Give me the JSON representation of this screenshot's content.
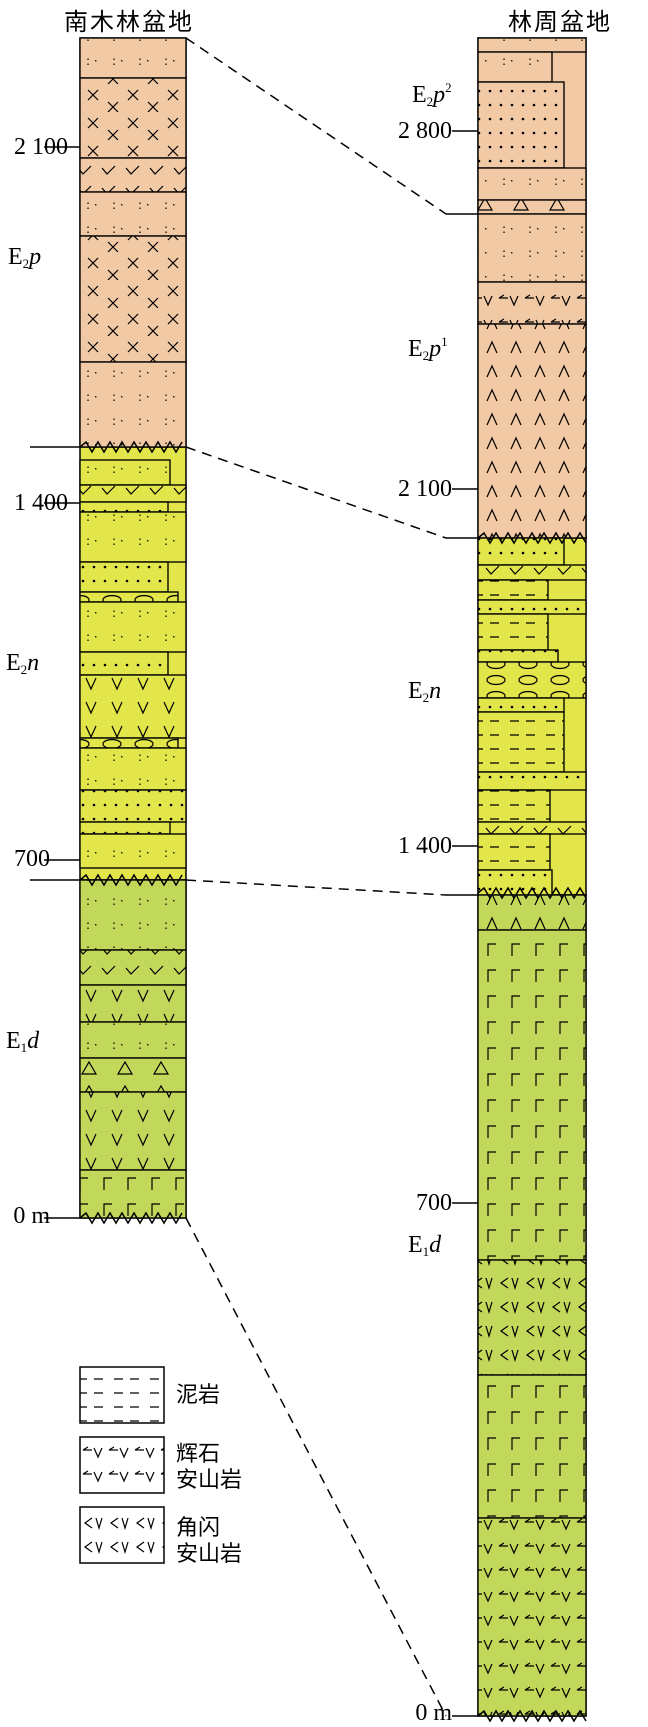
{
  "titles": {
    "left": "南木林盆地",
    "right": "林周盆地"
  },
  "colors": {
    "peach": "#f1c9a5",
    "yellow": "#e3e64a",
    "green": "#c2d85a",
    "line": "#000000"
  },
  "left_column": {
    "ticks": [
      {
        "label": "2 100"
      },
      {
        "label": "1 400"
      },
      {
        "label": "700"
      },
      {
        "label": "0 m"
      }
    ],
    "units": [
      {
        "base": "E",
        "sub": "2",
        "italic": "p",
        "sup": ""
      },
      {
        "base": "E",
        "sub": "2",
        "italic": "n",
        "sup": ""
      },
      {
        "base": "E",
        "sub": "1",
        "italic": "d",
        "sup": ""
      }
    ]
  },
  "right_column": {
    "ticks": [
      {
        "label": "2 800"
      },
      {
        "label": "2 100"
      },
      {
        "label": "1 400"
      },
      {
        "label": "700"
      },
      {
        "label": "0 m"
      }
    ],
    "units": [
      {
        "base": "E",
        "sub": "2",
        "italic": "p",
        "sup": "2"
      },
      {
        "base": "E",
        "sub": "2",
        "italic": "p",
        "sup": "1"
      },
      {
        "base": "E",
        "sub": "2",
        "italic": "n",
        "sup": ""
      },
      {
        "base": "E",
        "sub": "1",
        "italic": "d",
        "sup": ""
      }
    ]
  },
  "legend": [
    {
      "label": "泥岩",
      "pattern": "mudstone"
    },
    {
      "label": "辉石\n安山岩",
      "pattern": "pyroxene-andesite"
    },
    {
      "label": "角闪\n安山岩",
      "pattern": "hornblende-andesite"
    }
  ]
}
